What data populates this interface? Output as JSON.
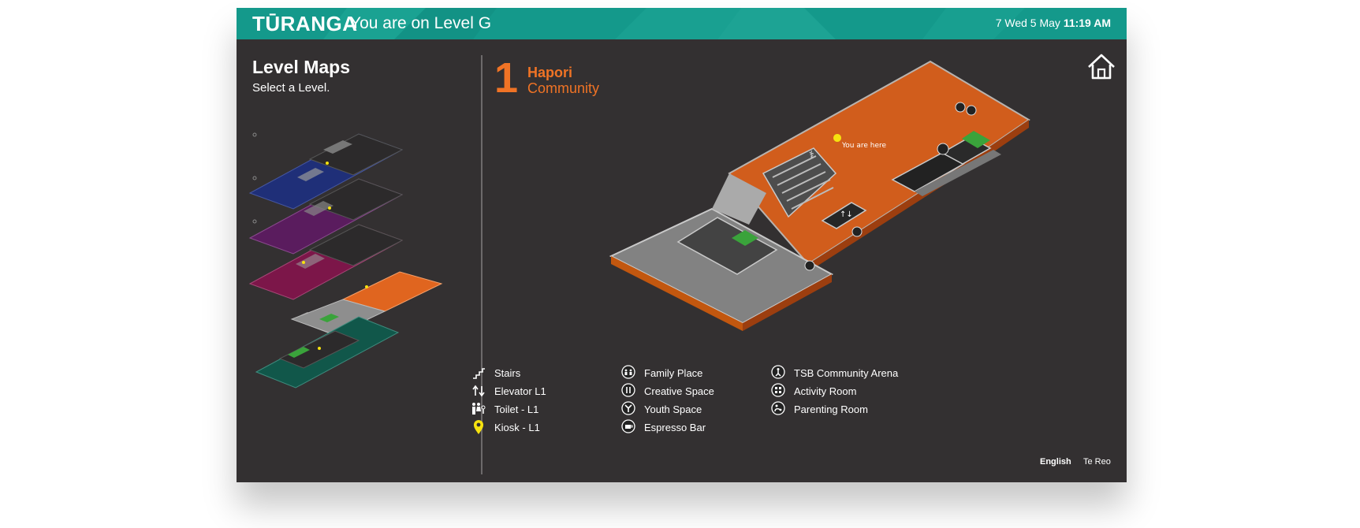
{
  "header": {
    "brand": "TŪRANGA",
    "status": "You are on Level G",
    "date": "7 Wed 5 May",
    "time": "11:19 AM"
  },
  "left_panel": {
    "title": "Level Maps",
    "subtitle": "Select a Level."
  },
  "level": {
    "number": "1",
    "name_maori": "Hapori",
    "name_english": "Community"
  },
  "map": {
    "you_are_here": "You are here"
  },
  "legend": [
    {
      "icon": "stairs-icon",
      "label": "Stairs"
    },
    {
      "icon": "elevator-icon",
      "label": "Elevator L1"
    },
    {
      "icon": "toilet-icon",
      "label": "Toilet - L1"
    },
    {
      "icon": "kiosk-pin-icon",
      "label": "Kiosk - L1"
    },
    {
      "icon": "family-icon",
      "label": "Family Place"
    },
    {
      "icon": "creative-icon",
      "label": "Creative Space"
    },
    {
      "icon": "youth-icon",
      "label": "Youth Space"
    },
    {
      "icon": "espresso-icon",
      "label": "Espresso Bar"
    },
    {
      "icon": "arena-icon",
      "label": "TSB Community Arena"
    },
    {
      "icon": "activity-icon",
      "label": "Activity Room"
    },
    {
      "icon": "parenting-icon",
      "label": "Parenting Room"
    }
  ],
  "languages": {
    "english": "English",
    "te_reo": "Te Reo"
  },
  "colors": {
    "header": "#14998b",
    "background": "#333031",
    "accent_orange": "#f07325",
    "level_blue": "#1f2f78",
    "level_purple": "#5a1c5e",
    "level_crimson": "#7c1649",
    "level_teal": "#11574a",
    "kiosk_yellow": "#f6e20f",
    "space_green": "#3aa33b"
  }
}
